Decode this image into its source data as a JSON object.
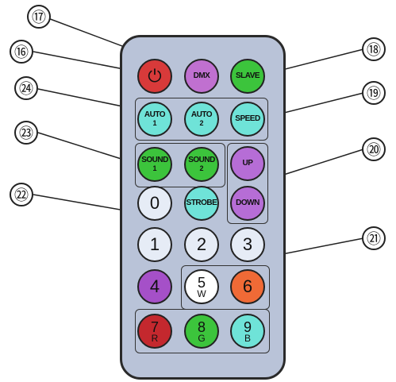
{
  "callouts": {
    "c16": "⑯",
    "c17": "⑰",
    "c18": "⑱",
    "c19": "⑲",
    "c20": "⑳",
    "c21": "㉑",
    "c22": "㉒",
    "c23": "㉓",
    "c24": "㉔"
  },
  "buttons": {
    "power": {
      "symbol": "⏻",
      "color": "#d83a3a"
    },
    "dmx": {
      "label": "DMX",
      "color": "#c070d0"
    },
    "slave": {
      "label": "SLAVE",
      "color": "#3cc43c"
    },
    "auto1": {
      "label": "AUTO",
      "sub": "1",
      "color": "#6fe3d8"
    },
    "auto2": {
      "label": "AUTO",
      "sub": "2",
      "color": "#6fe3d8"
    },
    "speed": {
      "label": "SPEED",
      "color": "#6fe3d8"
    },
    "sound1": {
      "label": "SOUND",
      "sub": "1",
      "color": "#3cc43c"
    },
    "sound2": {
      "label": "SOUND",
      "sub": "2",
      "color": "#3cc43c"
    },
    "up": {
      "label": "UP",
      "color": "#b66dd6"
    },
    "down": {
      "label": "DOWN",
      "color": "#b66dd6"
    },
    "zero": {
      "label": "0",
      "color": "#e6ecf6"
    },
    "strobe": {
      "label": "STROBE",
      "color": "#6fe3d8"
    },
    "one": {
      "label": "1",
      "color": "#e6ecf6"
    },
    "two": {
      "label": "2",
      "color": "#e6ecf6"
    },
    "three": {
      "label": "3",
      "color": "#e6ecf6"
    },
    "four": {
      "label": "4",
      "color": "#a550c8"
    },
    "five": {
      "label": "5",
      "sub": "W",
      "color": "#ffffff"
    },
    "six": {
      "label": "6",
      "color": "#f06a36"
    },
    "seven": {
      "label": "7",
      "sub": "R",
      "color": "#c4282e"
    },
    "eight": {
      "label": "8",
      "sub": "G",
      "color": "#3cc43c"
    },
    "nine": {
      "label": "9",
      "sub": "B",
      "color": "#6fe3d8"
    }
  }
}
